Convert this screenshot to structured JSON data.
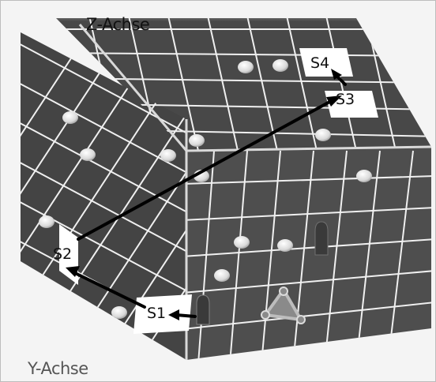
{
  "axes": {
    "z_label": "Z-Achse",
    "y_label": "Y-Achse"
  },
  "tiles": [
    {
      "id": "s1",
      "label": "S1"
    },
    {
      "id": "s2",
      "label": "S2"
    },
    {
      "id": "s3",
      "label": "S3"
    },
    {
      "id": "s4",
      "label": "S4"
    }
  ],
  "colors": {
    "board": "#4a4a4a",
    "grid_line": "#f2f2f2",
    "highlight_tile": "#ffffff",
    "arrow": "#000000",
    "rock": "#e8e8e8",
    "robot": "#3a3a3a",
    "robot_outline": "#707070",
    "background": "#f4f4f4"
  },
  "pieces": {
    "rock_icon": "rock-icon",
    "robot_icon": "robot-icon",
    "triangle_icon": "tripod-token-icon"
  }
}
